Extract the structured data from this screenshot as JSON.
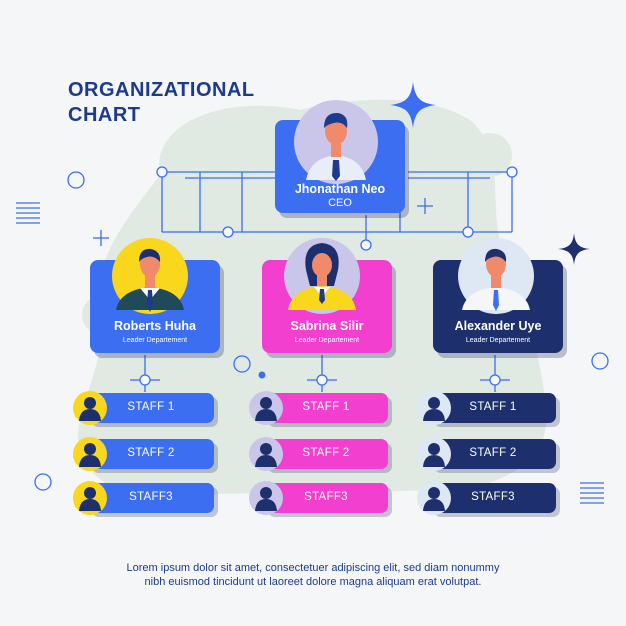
{
  "title": {
    "line1": "ORGANIZATIONAL",
    "line2": "CHART"
  },
  "ceo": {
    "name": "Jhonathan Neo",
    "role": "CEO"
  },
  "leaders": [
    {
      "name": "Roberts Huha",
      "role": "Leader Departement"
    },
    {
      "name": "Sabrina Silir",
      "role": "Leader Departement"
    },
    {
      "name": "Alexander Uye",
      "role": "Leader Departement"
    }
  ],
  "columns": [
    {
      "staff": [
        "STAFF 1",
        "STAFF 2",
        "STAFF3"
      ]
    },
    {
      "staff": [
        "STAFF 1",
        "STAFF 2",
        "STAFF3"
      ]
    },
    {
      "staff": [
        "STAFF 1",
        "STAFF 2",
        "STAFF3"
      ]
    }
  ],
  "footer": {
    "line1": "Lorem ipsum dolor sit amet, consectetuer adipiscing elit, sed diam nonummy",
    "line2": "nibh euismod tincidunt ut laoreet dolore magna aliquam erat volutpat."
  },
  "colors": {
    "navy": "#1d3b8a",
    "blue": "#3b6ef0",
    "pink": "#f23fcf",
    "dark_navy": "#1e2f6e",
    "yellow": "#f9d71c",
    "lavender": "#c9c6ea",
    "blob": "#e1e9e3",
    "connector": "#3b6ef0"
  }
}
